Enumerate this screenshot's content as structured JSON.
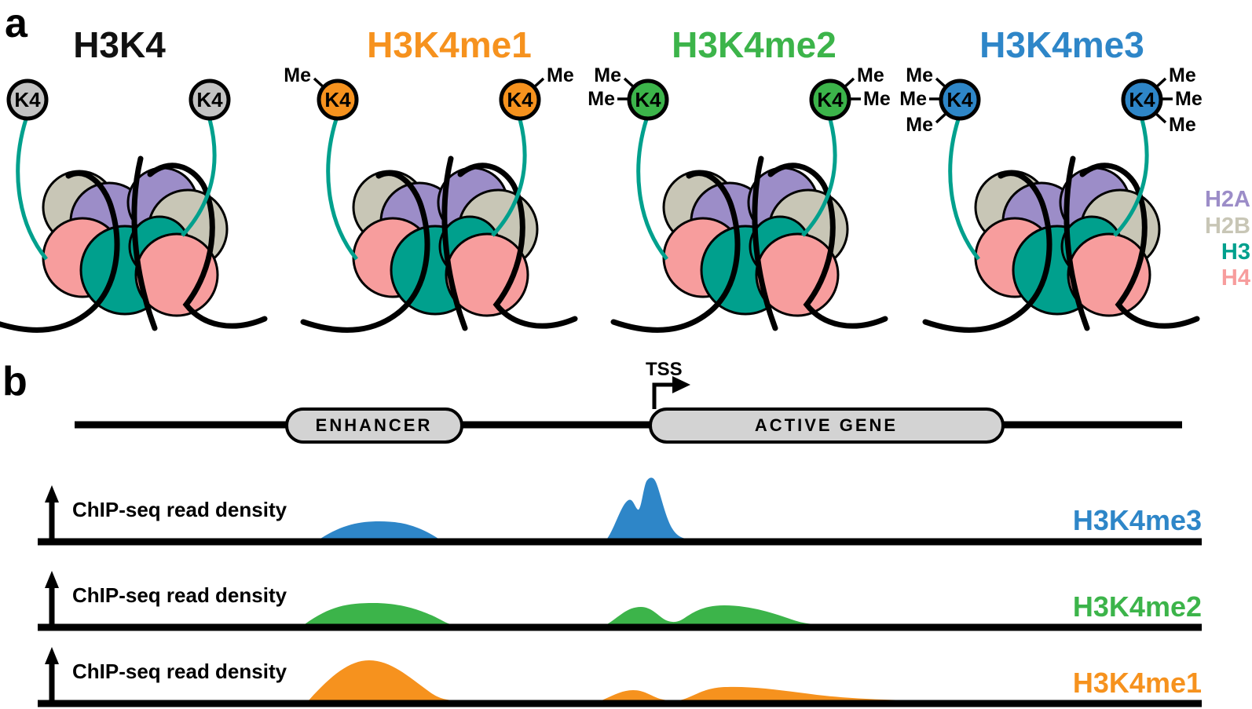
{
  "figure": {
    "panel_a_label": "a",
    "panel_b_label": "b"
  },
  "panel_a": {
    "k4_label": "K4",
    "me_label": "Me",
    "panels": [
      {
        "title": "H3K4",
        "title_color": "#111111",
        "k4_fill": "#c3c3c3",
        "me_count": 0
      },
      {
        "title": "H3K4me1",
        "title_color": "#F6921E",
        "k4_fill": "#F6921E",
        "me_count": 1
      },
      {
        "title": "H3K4me2",
        "title_color": "#3CB44A",
        "k4_fill": "#3CB44A",
        "me_count": 2
      },
      {
        "title": "H3K4me3",
        "title_color": "#2E86C8",
        "k4_fill": "#2E86C8",
        "me_count": 3
      }
    ],
    "legend": [
      {
        "label": "H2A",
        "color": "#9C8DC8"
      },
      {
        "label": "H2B",
        "color": "#C8C6B6"
      },
      {
        "label": "H3",
        "color": "#00A08D"
      },
      {
        "label": "H4",
        "color": "#F79D9D"
      }
    ]
  },
  "panel_b": {
    "tss_label": "TSS",
    "enhancer_label": "ENHANCER",
    "active_gene_label": "ACTIVE GENE",
    "box_fill": "#D3D3D3",
    "axis_label": "ChIP-seq read density",
    "tracks": [
      {
        "name": "H3K4me3",
        "color": "#2E86C8",
        "profile": {
          "enhancer": 0.2,
          "tss": 1.0,
          "gene_body": 0.05
        },
        "description": "low broad bump at enhancer; tall sharp double peak at TSS"
      },
      {
        "name": "H3K4me2",
        "color": "#3CB44A",
        "profile": {
          "enhancer": 0.4,
          "tss": 0.32,
          "gene_body": 0.4
        },
        "description": "medium bump at enhancer; small bump at TSS plus medium broad bump over 5' gene body"
      },
      {
        "name": "H3K4me1",
        "color": "#F6921E",
        "profile": {
          "enhancer": 0.7,
          "tss": 0.2,
          "gene_body": 0.27
        },
        "description": "high bump at enhancer; small bump at TSS plus long low bump across gene body"
      }
    ]
  }
}
